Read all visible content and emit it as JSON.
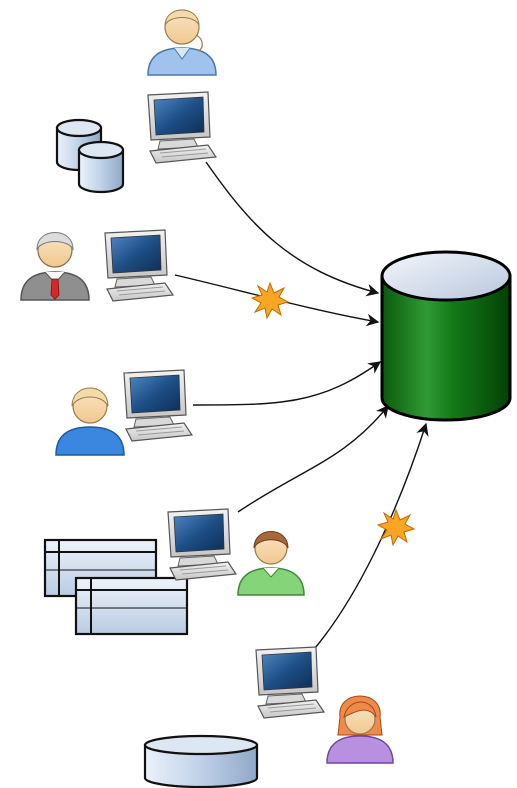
{
  "diagram": {
    "central_node": {
      "icon": "database-icon",
      "color": "#0e6b12"
    },
    "sources": [
      {
        "key": "top",
        "icons": [
          "user-icon",
          "computer-icon",
          "database-icon"
        ],
        "link": "direct",
        "person_color": "#9fc3ec"
      },
      {
        "key": "upper-middle",
        "icons": [
          "businessman-icon",
          "computer-icon"
        ],
        "link": "broken",
        "person_color": "#9a9a9a"
      },
      {
        "key": "middle",
        "icons": [
          "user-icon",
          "computer-icon"
        ],
        "link": "direct",
        "person_color": "#3b86de"
      },
      {
        "key": "lower-middle",
        "icons": [
          "table-icon",
          "computer-icon",
          "user-icon"
        ],
        "link": "direct",
        "person_color": "#86d47a"
      },
      {
        "key": "bottom",
        "icons": [
          "user-icon",
          "computer-icon",
          "database-icon"
        ],
        "link": "broken",
        "person_color": "#b98fe0"
      }
    ],
    "broken_link_icon": "explosion-icon",
    "colors": {
      "arrow": "#111111",
      "burst_fill": "#f8a623",
      "database_light": "#c6d6ea",
      "monitor_screen": "#1e4f86"
    }
  }
}
